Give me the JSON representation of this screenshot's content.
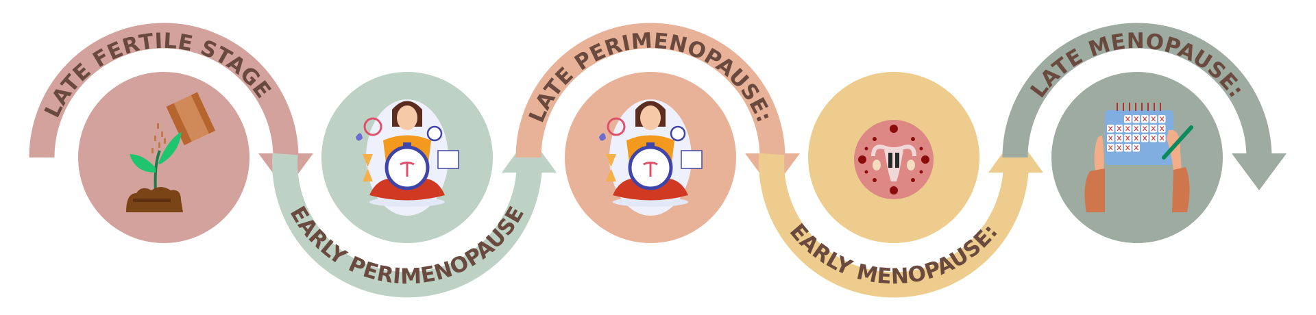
{
  "title_text_color": "#6a4a3e",
  "stages": [
    {
      "label": "LATE FERTILE STAGE",
      "color": "#d4a29c",
      "icon": "plant-seed-icon",
      "position": "top"
    },
    {
      "label": "EARLY PERIMENOPAUSE",
      "color": "#bdd1c5",
      "icon": "woman-clock-icon",
      "position": "bottom"
    },
    {
      "label": "LATE PERIMENOPAUSE:",
      "color": "#e8b298",
      "icon": "woman-clock-icon",
      "position": "top"
    },
    {
      "label": "EARLY MENOPAUSE:",
      "color": "#edcc8d",
      "icon": "uterus-pause-icon",
      "position": "bottom"
    },
    {
      "label": "LATE  MENOPAUSE:",
      "color": "#9eaba1",
      "icon": "calendar-hands-icon",
      "position": "top"
    }
  ]
}
